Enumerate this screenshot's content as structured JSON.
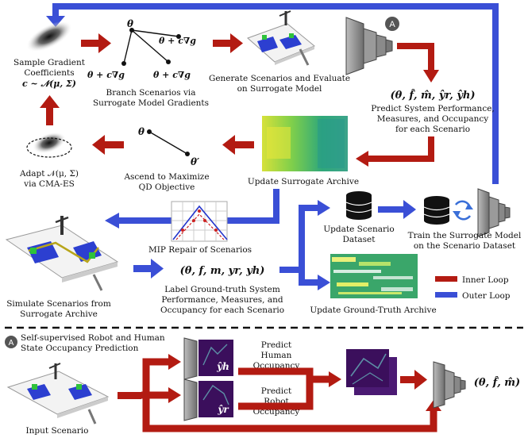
{
  "colors": {
    "inner_loop": "#b31b12",
    "outer_loop": "#3a4fd6",
    "heatmap_green": "#3fae6a",
    "heatmap_yellow": "#d9e33a",
    "heatmap_purple": "#3b0f5c"
  },
  "top": {
    "sample_label_1": "Sample Gradient",
    "sample_label_2": "Coefficients",
    "sample_formula": "c ~ 𝒩(μ, Σ)",
    "theta": "θ",
    "branch_a": "θ + c∇g",
    "branch_b": "θ + c∇g",
    "branch_c": "θ + c∇g",
    "branch_label_1": "Branch Scenarios via",
    "branch_label_2": "Surrogate Model Gradients",
    "generate_label_1": "Generate Scenarios and Evaluate",
    "generate_label_2": "on Surrogate Model",
    "badge_a": "A",
    "predict_tuple": "(θ, f̂, m̂, ŷr, ŷh)",
    "predict_label_1": "Predict System Performance,",
    "predict_label_2": "Measures, and Occupancy",
    "predict_label_3": "for each Scenario"
  },
  "middle": {
    "adapt_label_1": "Adapt 𝒩(μ, Σ)",
    "adapt_label_2": "via CMA-ES",
    "ascend_theta": "θ",
    "ascend_theta_prime": "θ′",
    "ascend_label_1": "Ascend to Maximize",
    "ascend_label_2": "QD Objective",
    "update_surrogate_archive": "Update Surrogate Archive",
    "mip_label": "MIP Repair of Scenarios",
    "update_scenario_dataset_1": "Update Scenario",
    "update_scenario_dataset_2": "Dataset",
    "train_label_1": "Train the Surrogate Model",
    "train_label_2": "on the Scenario Dataset",
    "simulate_label_1": "Simulate Scenarios from",
    "simulate_label_2": "Surrogate Archive",
    "label_tuple": "(θ, f, m, yr, yh)",
    "label_gt_1": "Label Ground-truth System",
    "label_gt_2": "Performance, Measures, and",
    "label_gt_3": "Occupancy for each Scenario",
    "update_gt_archive": "Update Ground-Truth Archive",
    "legend_inner": "Inner Loop",
    "legend_outer": "Outer Loop"
  },
  "bottom": {
    "badge_a": "A",
    "title_1": "Self-supervised Robot and Human",
    "title_2": "State Occupancy Prediction",
    "input_label": "Input Scenario",
    "human_hat": "ŷh",
    "robot_hat": "ŷr",
    "predict_human_1": "Predict",
    "predict_human_2": "Human",
    "predict_human_3": "Occupancy",
    "predict_robot_1": "Predict",
    "predict_robot_2": "Robot",
    "predict_robot_3": "Occupancy",
    "out_tuple": "(θ, f̂, m̂)"
  }
}
